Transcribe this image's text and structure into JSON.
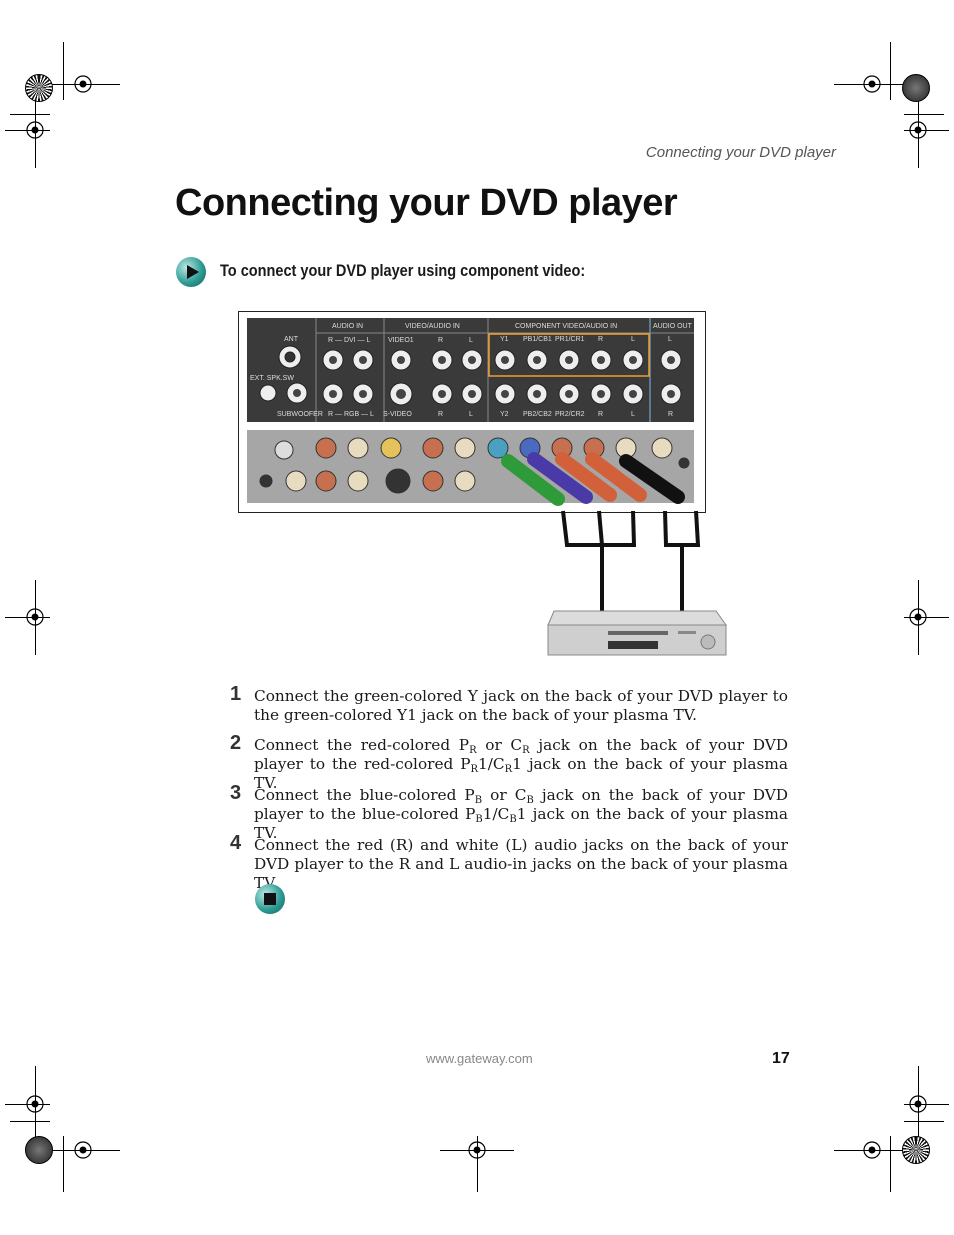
{
  "header": {
    "running_title": "Connecting your DVD player"
  },
  "title": "Connecting your DVD player",
  "procedure": {
    "heading": "To connect your DVD player using component video:"
  },
  "panel": {
    "headers": {
      "audio_in": "AUDIO IN",
      "video_audio_in": "VIDEO/AUDIO IN",
      "component": "COMPONENT VIDEO/AUDIO IN",
      "audio_out": "AUDIO OUT"
    },
    "labels": {
      "ant": "ANT",
      "ext_spk": "EXT. SPK.SW",
      "subwoofer": "SUBWOOFER",
      "dvi": "R — DVI — L",
      "rgb": "R — RGB — L",
      "video1": "VIDEO1",
      "svideo": "S-VIDEO",
      "r": "R",
      "l": "L",
      "y1": "Y1",
      "pb1": "PB1/CB1",
      "pr1": "PR1/CR1",
      "y2": "Y2",
      "pb2": "PB2/CB2",
      "pr2": "PR2/CR2"
    }
  },
  "steps": [
    {
      "number": "1",
      "text": "Connect the green-colored Y jack on the back of your DVD player to the green-colored Y1 jack on the back of your plasma TV."
    },
    {
      "number": "2",
      "t1": "Connect the red-colored P",
      "s1": "R",
      "t2": " or C",
      "s2": "R",
      "t3": " jack on the back of your DVD player to the red-colored P",
      "s3": "R",
      "t4": "1/C",
      "s4": "R",
      "t5": "1 jack on the back of your plasma TV."
    },
    {
      "number": "3",
      "t1": "Connect the blue-colored P",
      "s1": "B",
      "t2": " or C",
      "s2": "B",
      "t3": " jack on the back of your DVD player to the blue-colored P",
      "s3": "B",
      "t4": "1/C",
      "s4": "B",
      "t5": "1 jack on the back of your plasma TV."
    },
    {
      "number": "4",
      "text": "Connect the red (R) and white (L) audio jacks on the back of your DVD player to the R and L audio-in jacks on the back of your plasma TV."
    }
  ],
  "footer": {
    "url": "www.gateway.com",
    "page": "17"
  },
  "colors": {
    "accent_teal": "#2f9d95",
    "highlight_orange": "#f0a030",
    "cable_green": "#2e9a3a",
    "cable_blue": "#4a3aa8",
    "cable_red": "#d2603a",
    "cable_black": "#111111"
  },
  "icons": {
    "procedure_marker": "triangle-arrow-icon",
    "end_marker": "square-stop-icon"
  }
}
